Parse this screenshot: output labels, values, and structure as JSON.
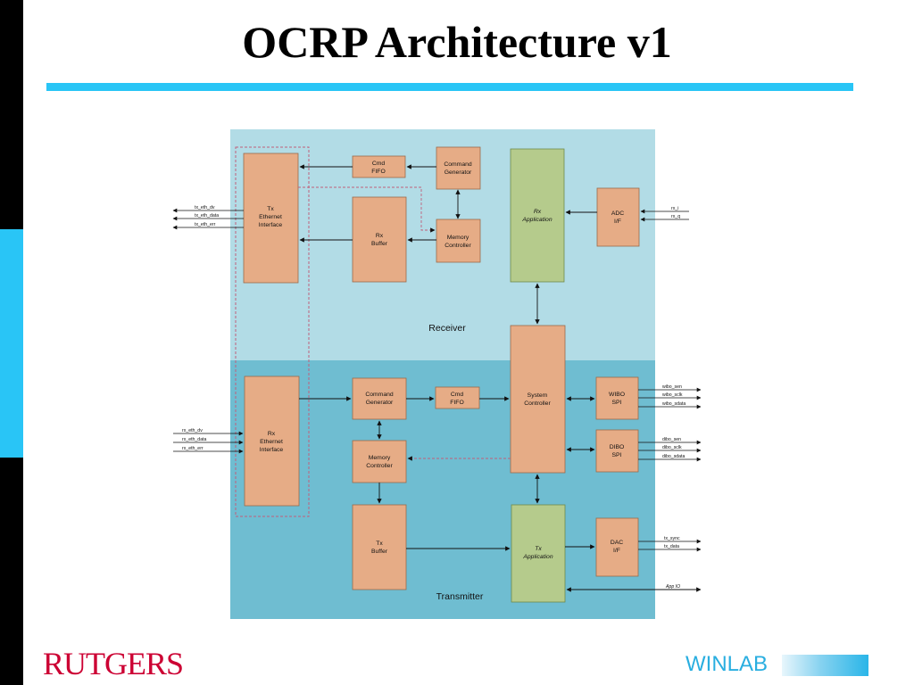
{
  "slide": {
    "title": "OCRP Architecture v1",
    "accent_color": "#29c5f6",
    "left_bar_color": "#000000"
  },
  "colors": {
    "receiver_bg": "#b2dce6",
    "transmitter_bg": "#6fbdd1",
    "block_fill": "#e6ac86",
    "app_fill": "#b5cb8c",
    "block_stroke": "#9a6a4a",
    "arrow": "#111111",
    "dashed": "#c0607a"
  },
  "diagram": {
    "regions": {
      "receiver": "Receiver",
      "transmitter": "Transmitter"
    },
    "blocks": {
      "tx_eth": [
        "Tx",
        "Ethernet",
        "Interface"
      ],
      "cmd_fifo_rx": [
        "Cmd",
        "FIFO"
      ],
      "cmd_gen_rx": [
        "Command",
        "Generator"
      ],
      "rx_buffer": [
        "Rx",
        "Buffer"
      ],
      "mem_ctrl_rx": [
        "Memory",
        "Controller"
      ],
      "rx_app": [
        "Rx",
        "Application"
      ],
      "adc_if": [
        "ADC",
        "I/F"
      ],
      "rx_eth": [
        "Rx",
        "Ethernet",
        "Interface"
      ],
      "cmd_gen_tx": [
        "Command",
        "Generator"
      ],
      "cmd_fifo_tx": [
        "Cmd",
        "FIFO"
      ],
      "sys_ctrl": [
        "System",
        "Controller"
      ],
      "wibo_spi": [
        "WIBO",
        "SPI"
      ],
      "dibo_spi": [
        "DIBO",
        "SPI"
      ],
      "mem_ctrl_tx": [
        "Memory",
        "Controller"
      ],
      "tx_buffer": [
        "Tx",
        "Buffer"
      ],
      "tx_app": [
        "Tx",
        "Application"
      ],
      "dac_if": [
        "DAC",
        "I/F"
      ]
    },
    "signals": {
      "tx_eth_dv": "tx_eth_dv",
      "tx_eth_data": "tx_eth_data",
      "tx_eth_err": "tx_eth_err",
      "rx_i": "rx_i",
      "rx_q": "rx_q",
      "rx_eth_dv": "rx_eth_dv",
      "rx_eth_data": "rx_eth_data",
      "rx_eth_err": "rx_eth_err",
      "wibo_sen": "wibo_sen",
      "wibo_sclk": "wibo_sclk",
      "wibo_sdata": "wibo_sdata",
      "dibo_sen": "dibo_sen",
      "dibo_sclk": "dibo_sclk",
      "dibo_sdata": "dibo_sdata",
      "tx_sync": "tx_sync",
      "tx_data": "tx_data",
      "app_io": "App IO"
    }
  },
  "footer": {
    "left_logo": "RUTGERS",
    "left_logo_color": "#cc0033",
    "right_logo": "WINLAB",
    "right_logo_color": "#29aee0"
  }
}
